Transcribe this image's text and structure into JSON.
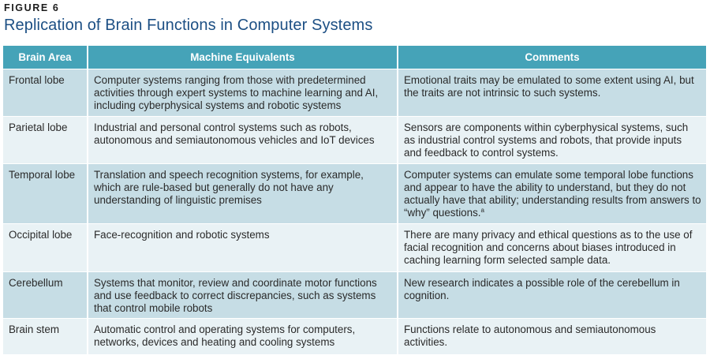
{
  "figure": {
    "label": "FIGURE 6",
    "title": "Replication of Brain Functions in Computer Systems"
  },
  "colors": {
    "header_bg": "#45a3b8",
    "row_dark": "#c6dde5",
    "row_light": "#e9f2f5",
    "title": "#1c4f84"
  },
  "table": {
    "headers": [
      "Brain Area",
      "Machine Equivalents",
      "Comments"
    ],
    "rows": [
      {
        "area": "Frontal lobe",
        "machine": "Computer systems ranging from those with predetermined activities through expert systems to machine learning and AI, including cyberphysical systems and robotic systems",
        "comments": "Emotional traits may be emulated to some extent using AI, but the traits are not intrinsic to such systems."
      },
      {
        "area": "Parietal lobe",
        "machine": "Industrial and personal control systems such as robots, autonomous and semiautonomous vehicles and IoT devices",
        "comments": "Sensors are components within cyberphysical systems, such as industrial control systems and robots, that provide inputs and feedback to control systems."
      },
      {
        "area": "Temporal lobe",
        "machine": "Translation and speech recognition systems, for example, which are rule-based but generally do not have any understanding of linguistic premises",
        "comments": "Computer systems can emulate some temporal lobe functions and  appear to have the ability to understand, but they do not actually have that ability; understanding results from answers to “why” questions.",
        "footnote": "a"
      },
      {
        "area": "Occipital lobe",
        "machine": "Face-recognition and robotic systems",
        "comments": "There are many privacy and ethical questions as to the use of facial recognition and concerns about biases introduced in caching learning form selected sample data."
      },
      {
        "area": "Cerebellum",
        "machine": "Systems that monitor, review and coordinate motor functions and use feedback to correct discrepancies, such as systems that control mobile robots",
        "comments": "New research indicates a possible role of the cerebellum in cognition."
      },
      {
        "area": "Brain stem",
        "machine": "Automatic control and operating systems for computers, networks, devices and heating and cooling systems",
        "comments": "Functions relate to autonomous and semiautonomous activities."
      }
    ]
  }
}
